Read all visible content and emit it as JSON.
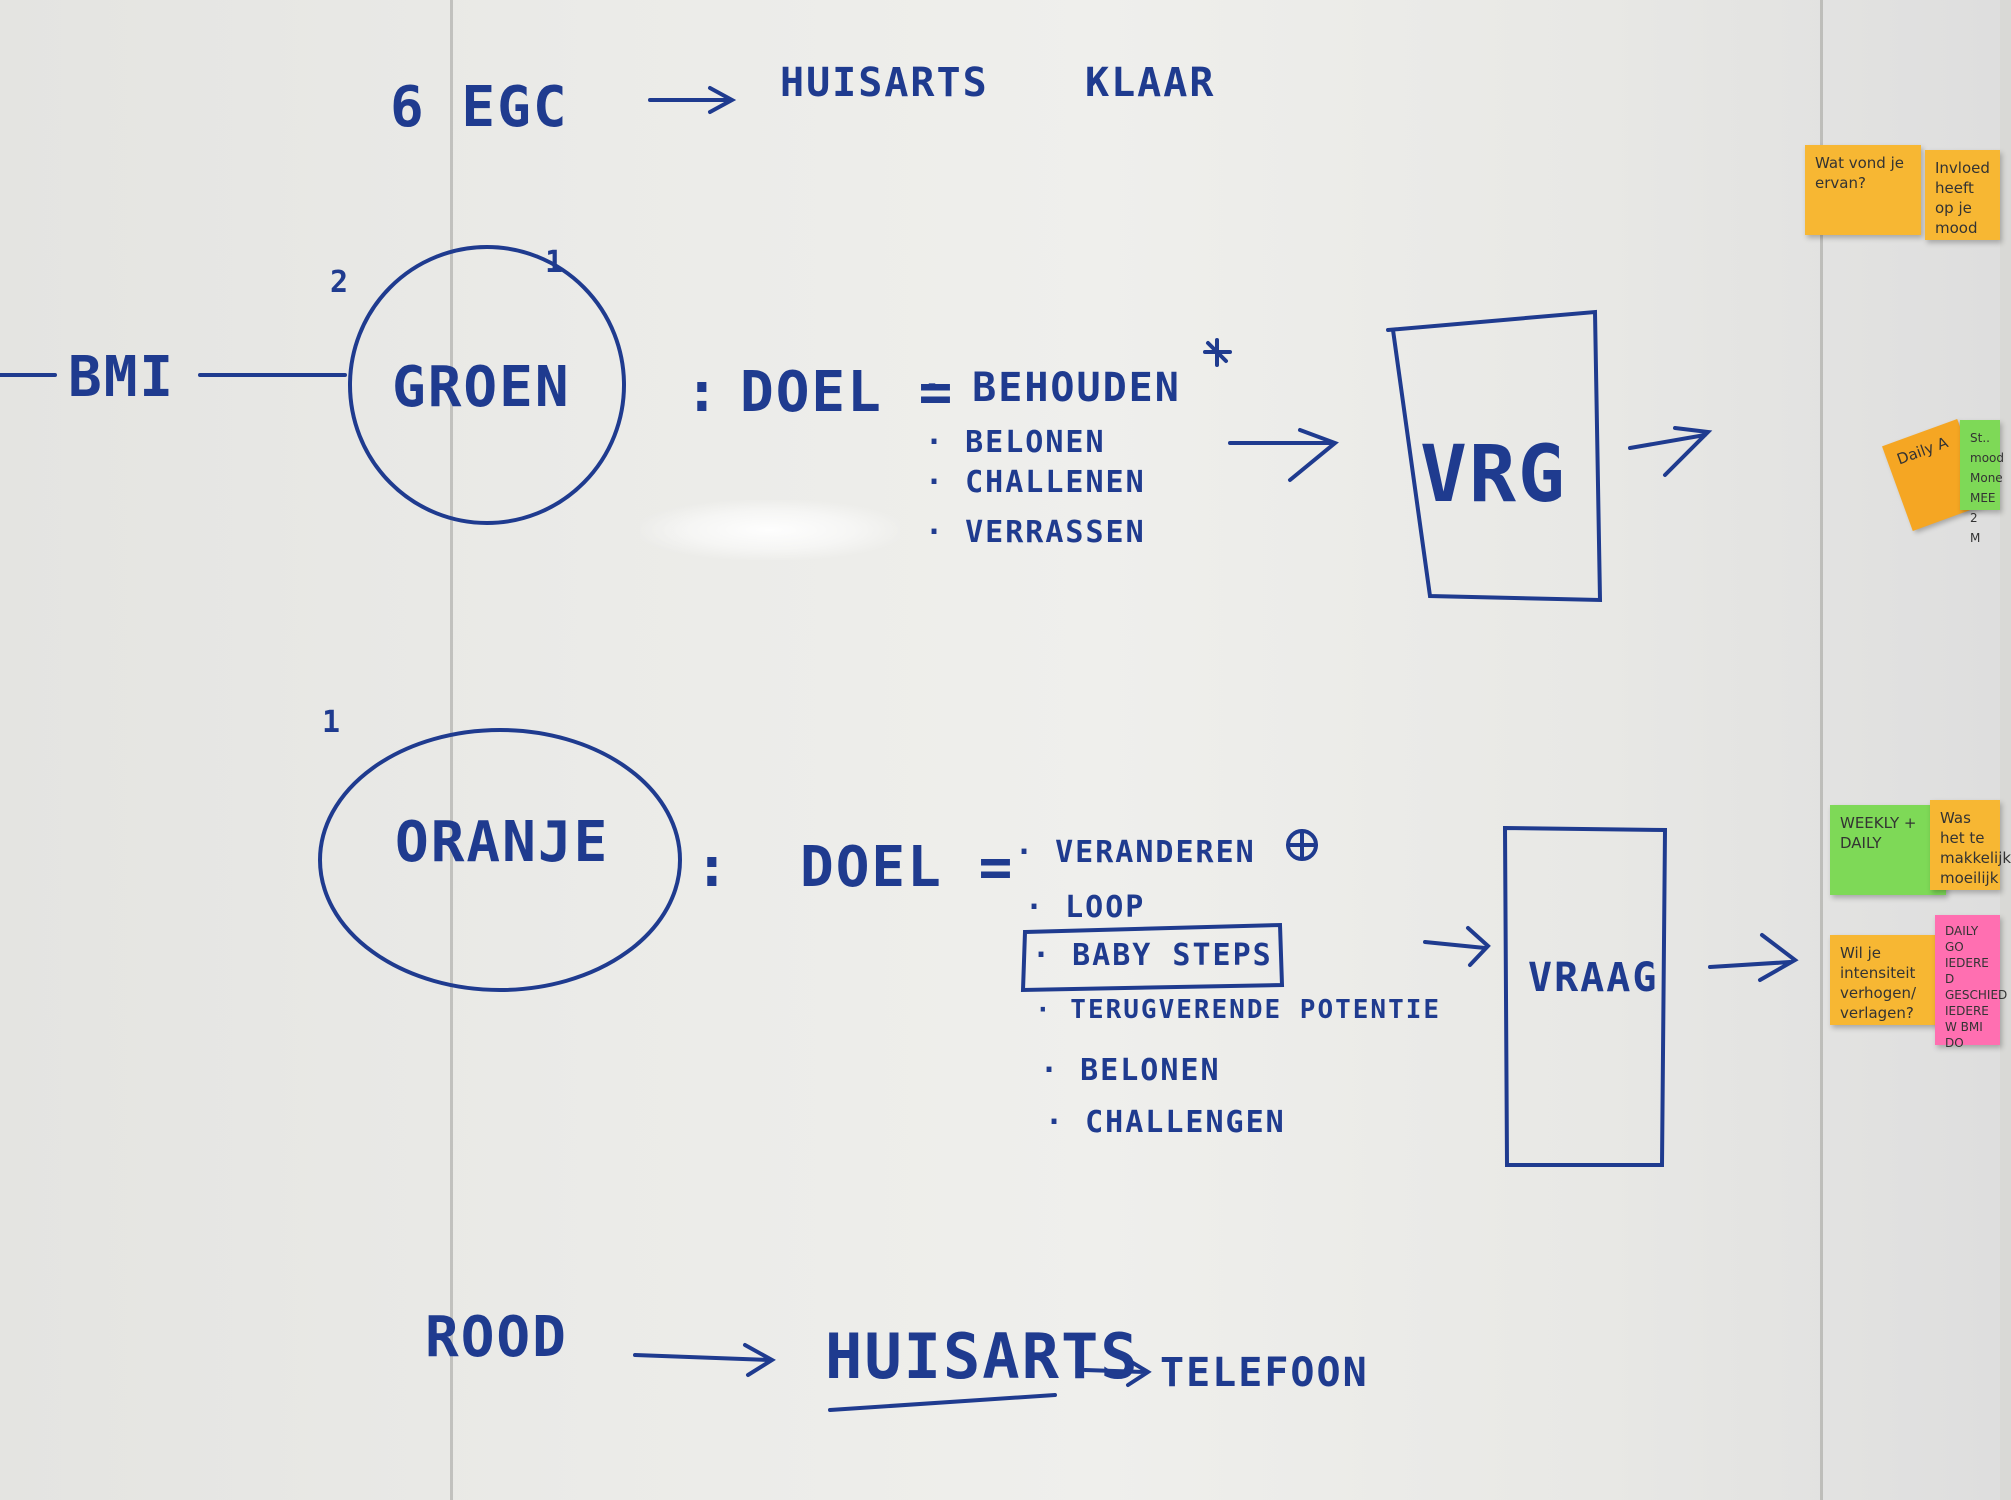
{
  "top": {
    "egc": "6 EGC",
    "huisarts": "HUISARTS",
    "klaar": "KLAAR"
  },
  "bmi": "BMI",
  "groen": {
    "number": "2",
    "tick": "1",
    "label": "GROEN",
    "colon": ":",
    "doel": "DOEL =",
    "items": [
      "· BEHOUDEN",
      "· BELONEN",
      "· CHALLENEN",
      "· VERRASSEN"
    ],
    "box": "VRG"
  },
  "oranje": {
    "number": "1",
    "label": "ORANJE",
    "colon": ":",
    "doel": "DOEL =",
    "items": [
      "· VERANDEREN",
      "· LOOP",
      "· BABY STEPS",
      "· TERUGVERENDE POTENTIE",
      "· BELONEN",
      "· CHALLENGEN"
    ],
    "box": "VRAAG"
  },
  "bottom": {
    "rood": "ROOD",
    "huisarts": "HUISARTS",
    "telefoon": "TELEFOON"
  },
  "notes": {
    "n1": "Wat vond je ervan?",
    "n2": "Invloed heeft op je mood",
    "n3": "Daily A",
    "n4": "St.. mood Mone MEE 2 M",
    "n5": "WEEKLY + DAILY",
    "n6": "Was het te makkelijk moeilijk",
    "n7": "Wil je intensiteit verhogen/ verlagen?",
    "n8": "DAILY GO IEDERE D GESCHIED IEDERE W BMI DO"
  }
}
